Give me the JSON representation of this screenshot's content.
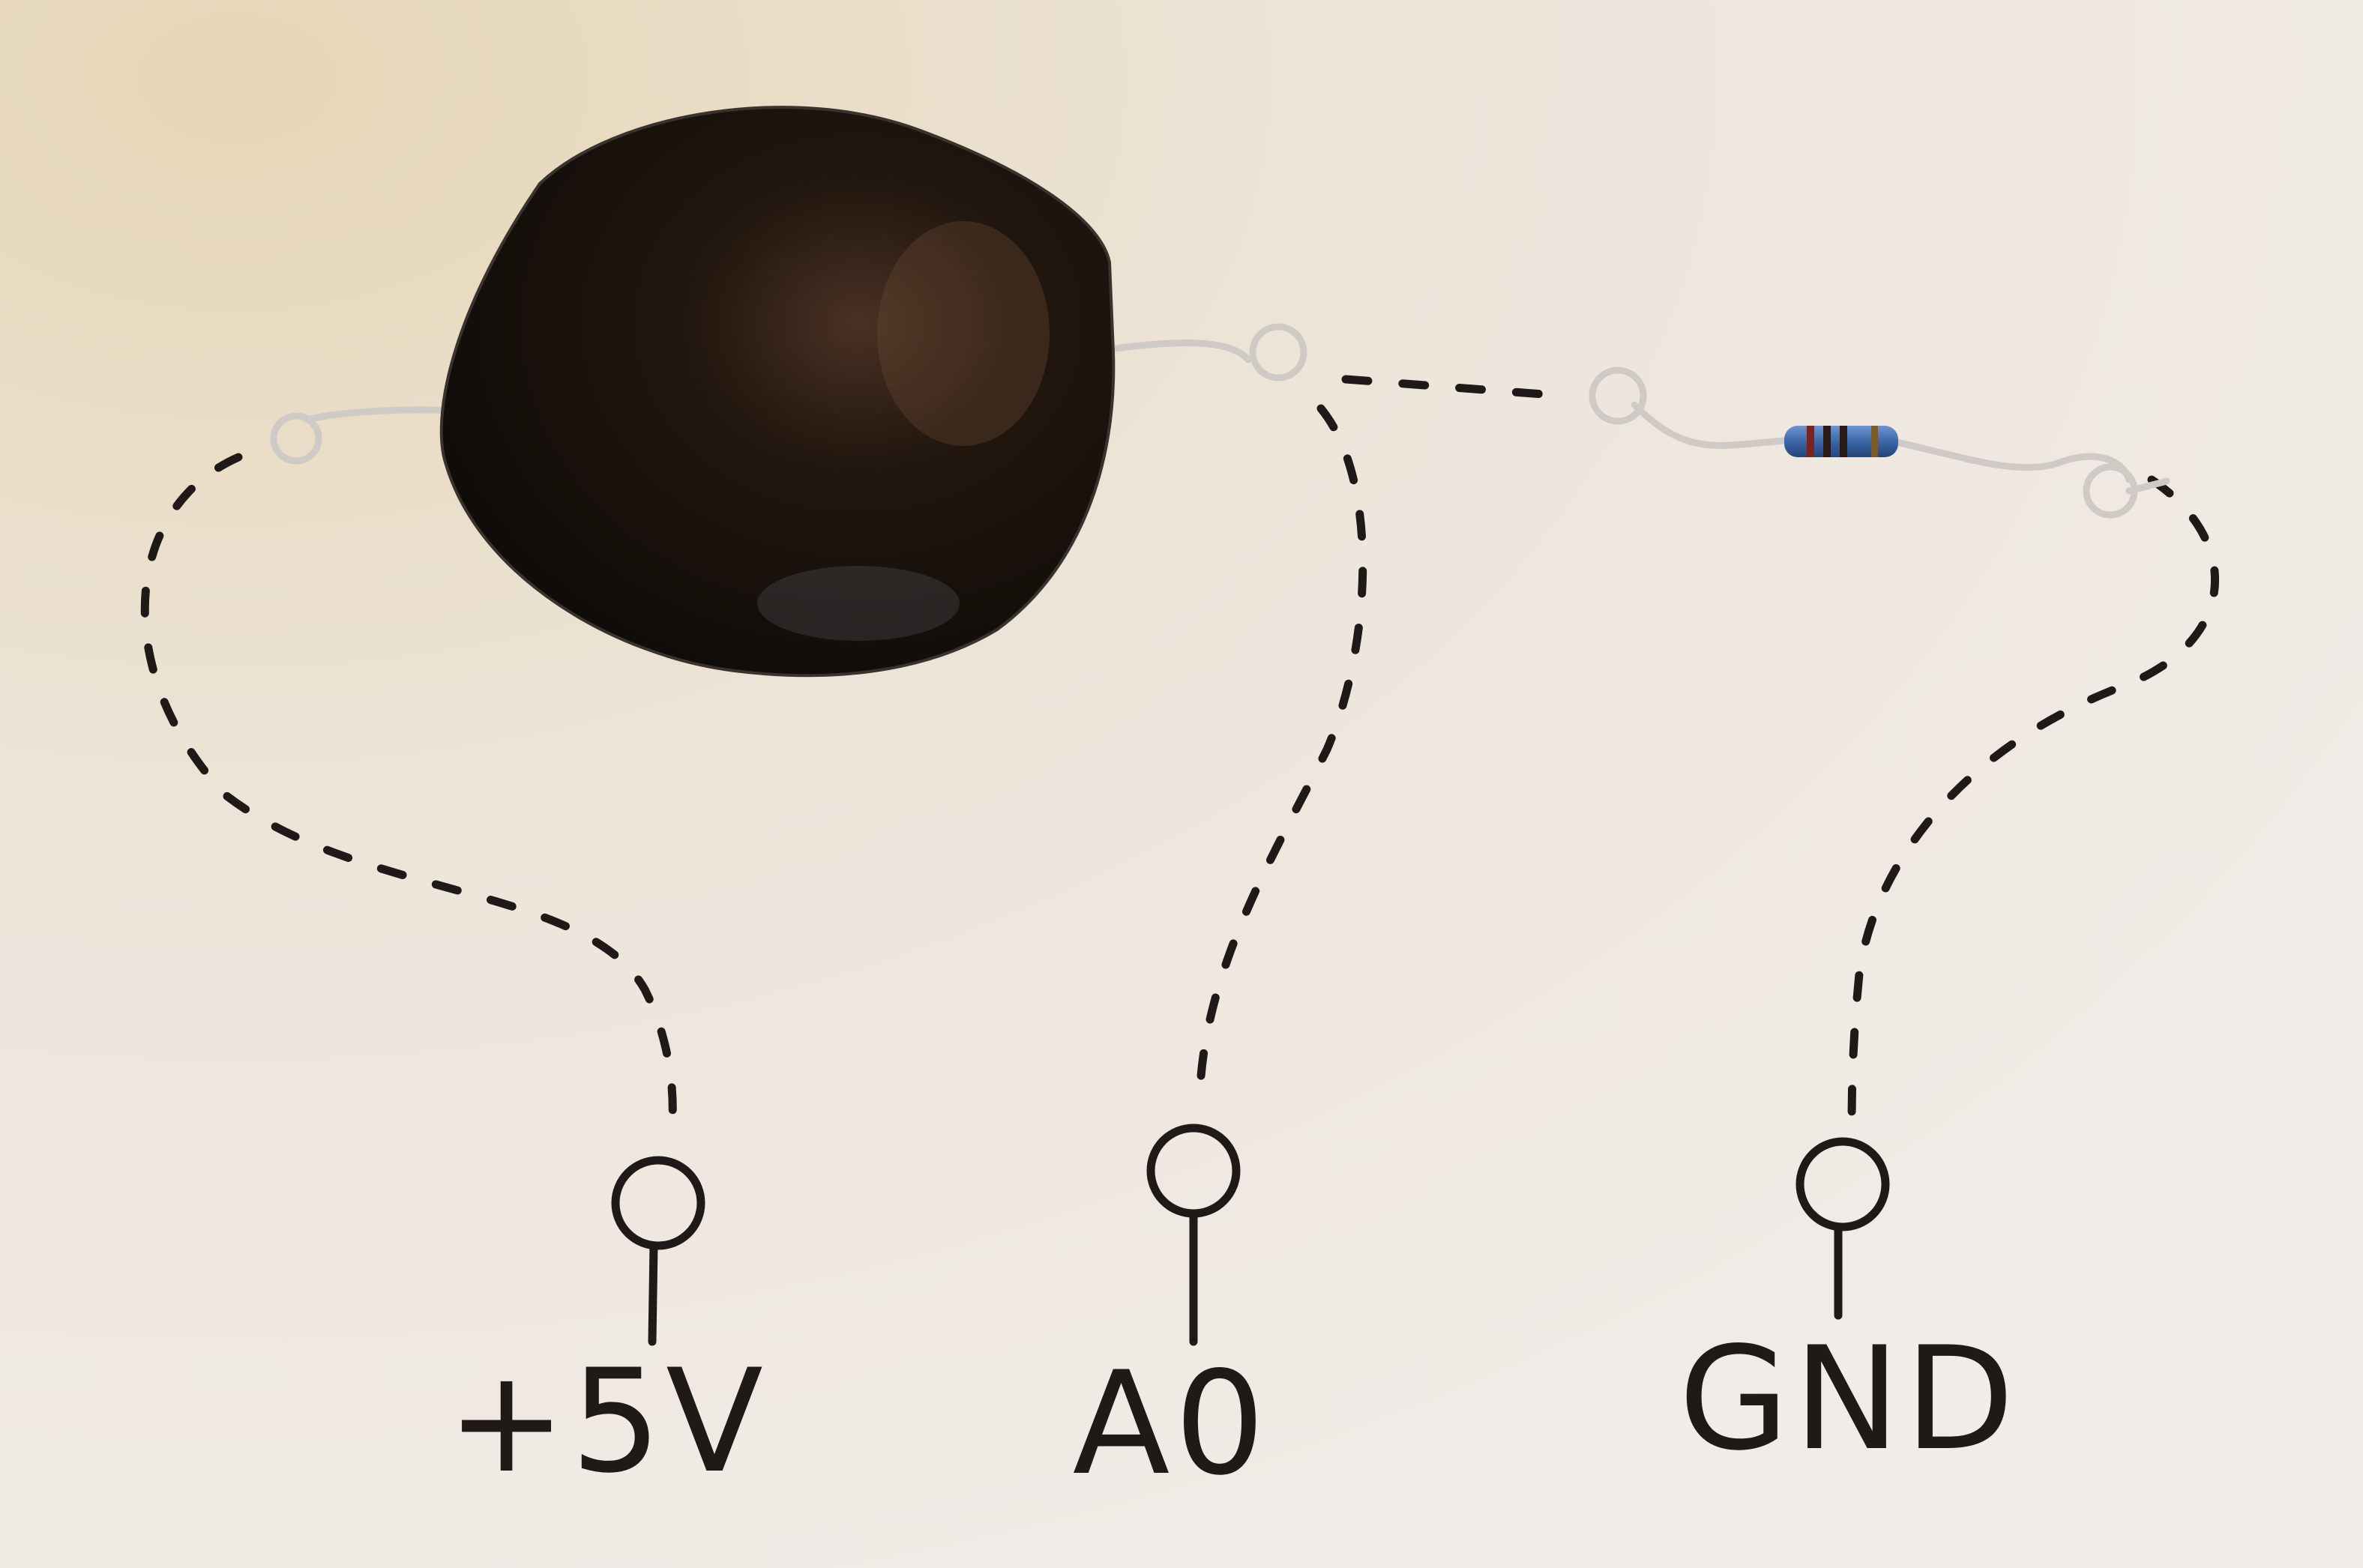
{
  "diagram": {
    "colors": {
      "paper_light": "#f1ede8",
      "paper_warm": "#e9dcc2",
      "ink": "#1f1a17",
      "sensor_fabric": "#14100d",
      "wire": "#cfcac6",
      "resistor_body": "#3b66a8"
    },
    "pins": [
      {
        "label": "+5V"
      },
      {
        "label": "A0"
      },
      {
        "label": "GND"
      }
    ]
  }
}
